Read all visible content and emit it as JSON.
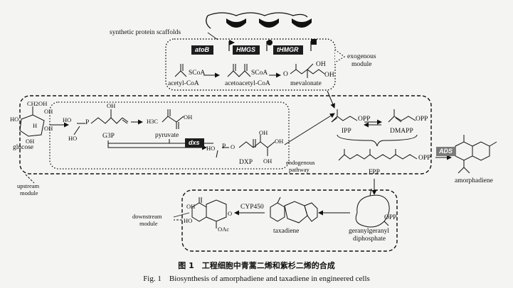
{
  "scaffold": {
    "label": "synthetic protein scaffolds"
  },
  "genes": {
    "atoB": "atoB",
    "HMGS": "HMGS",
    "tHMGR": "tHMGR",
    "dxs": "dxs",
    "ADS": "ADS"
  },
  "modules": {
    "exogenous": [
      "exogenous",
      "module"
    ],
    "endogenous": [
      "endogenous",
      "pathway"
    ],
    "upstream": [
      "upstream",
      "module"
    ],
    "downstream": [
      "downstream",
      "module"
    ]
  },
  "compounds": {
    "acetyl_coa": "acetyl-CoA",
    "acetoacetyl_coa": "acetoacetyl-CoA",
    "mevalonate": "mevalonate",
    "glucose": "glucose",
    "g3p": "G3P",
    "pyruvate": "pyruvate",
    "dxp": "DXP",
    "ipp": "IPP",
    "dmapp": "DMAPP",
    "fpp": "FPP",
    "amorphadiene": "amorphadiene",
    "taxadiene": "taxadiene",
    "ggpp": [
      "geranylgeranyl",
      "diphosphate"
    ],
    "cyp450": "CYP450"
  },
  "atoms": {
    "scoa": "SCoA",
    "oh": "OH",
    "ho": "HO",
    "opp": "OPP",
    "p": "P",
    "o": "O",
    "oac": "OAc",
    "ch2oh": "CH2OH",
    "h3c": "H3C",
    "h": "H"
  },
  "caption": {
    "cn": "图 1　工程细胞中青蒿二烯和紫杉二烯的合成",
    "en": "Fig. 1　Biosynthesis of amorphadiene and taxadiene in engineered cells"
  }
}
